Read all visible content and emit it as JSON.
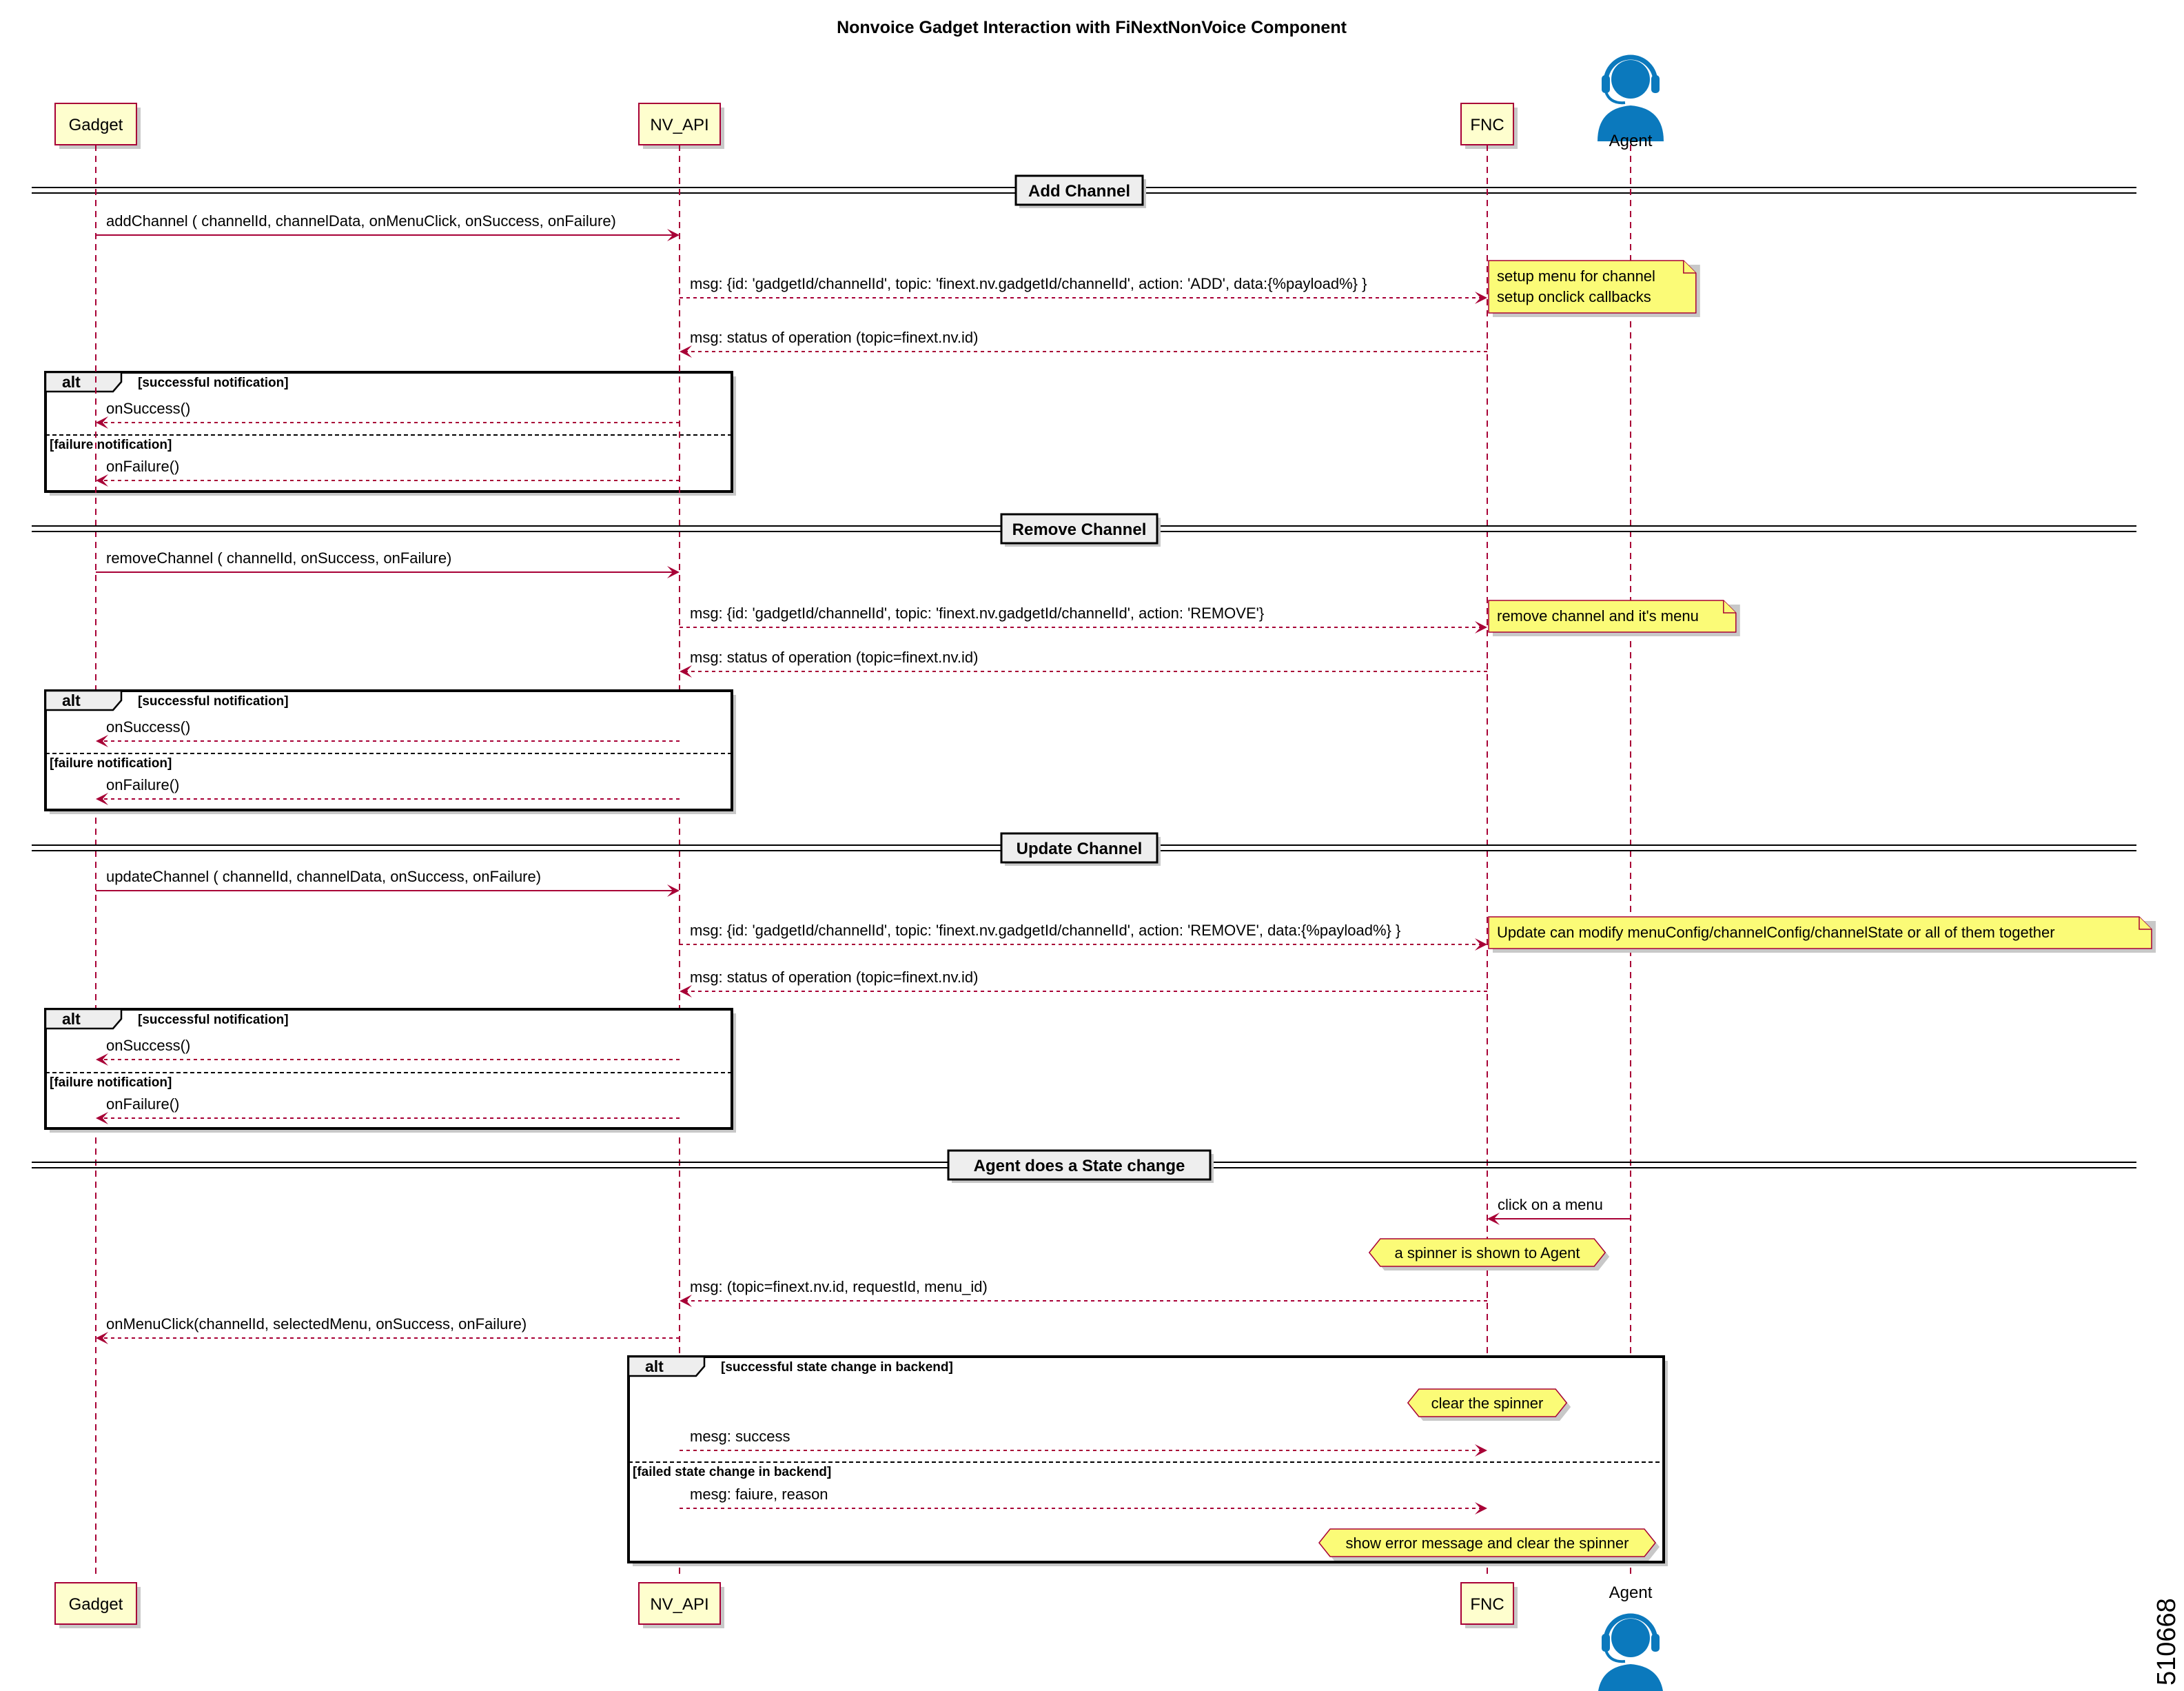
{
  "title": "Nonvoice Gadget Interaction with FiNextNonVoice Component",
  "figure_number": "510668",
  "participants": [
    {
      "id": "gadget",
      "label": "Gadget",
      "kind": "box"
    },
    {
      "id": "nvapi",
      "label": "NV_API",
      "kind": "box"
    },
    {
      "id": "fnc",
      "label": "FNC",
      "kind": "box"
    },
    {
      "id": "agent",
      "label": "Agent",
      "kind": "actor",
      "icon": "agent-headset-icon"
    }
  ],
  "sections": [
    {
      "divider": "Add Channel",
      "messages": [
        {
          "from": "gadget",
          "to": "nvapi",
          "style": "solid",
          "label": "addChannel ( channelId,  channelData, onMenuClick, onSuccess,  onFailure)"
        },
        {
          "from": "nvapi",
          "to": "fnc",
          "style": "dashed",
          "label": "msg: {id: 'gadgetId/channelId',  topic: 'finext.nv.gadgetId/channelId',  action: 'ADD',  data:{%payload%} }"
        },
        {
          "from": "fnc",
          "to": "nvapi",
          "style": "dashed",
          "label": "msg: status of operation (topic=finext.nv.id)"
        }
      ],
      "note": {
        "lines": [
          "setup menu for channel",
          "setup onclick callbacks"
        ]
      },
      "alt": {
        "keyword": "alt",
        "branches": [
          {
            "guard": "[successful notification]",
            "message": {
              "from": "nvapi",
              "to": "gadget",
              "style": "dashed",
              "label": "onSuccess()"
            }
          },
          {
            "guard": "[failure notification]",
            "message": {
              "from": "nvapi",
              "to": "gadget",
              "style": "dashed",
              "label": "onFailure()"
            }
          }
        ]
      }
    },
    {
      "divider": "Remove Channel",
      "messages": [
        {
          "from": "gadget",
          "to": "nvapi",
          "style": "solid",
          "label": "removeChannel ( channelId, onSuccess,  onFailure)"
        },
        {
          "from": "nvapi",
          "to": "fnc",
          "style": "dashed",
          "label": "msg: {id: 'gadgetId/channelId',  topic: 'finext.nv.gadgetId/channelId',  action: 'REMOVE'}"
        },
        {
          "from": "fnc",
          "to": "nvapi",
          "style": "dashed",
          "label": "msg: status of operation (topic=finext.nv.id)"
        }
      ],
      "note": {
        "lines": [
          "remove channel and it's menu"
        ]
      },
      "alt": {
        "keyword": "alt",
        "branches": [
          {
            "guard": "[successful notification]",
            "message": {
              "from": "nvapi",
              "to": "gadget",
              "style": "dashed",
              "label": "onSuccess()"
            }
          },
          {
            "guard": "[failure notification]",
            "message": {
              "from": "nvapi",
              "to": "gadget",
              "style": "dashed",
              "label": "onFailure()"
            }
          }
        ]
      }
    },
    {
      "divider": "Update Channel",
      "messages": [
        {
          "from": "gadget",
          "to": "nvapi",
          "style": "solid",
          "label": "updateChannel ( channelId,  channelData, onSuccess,  onFailure)"
        },
        {
          "from": "nvapi",
          "to": "fnc",
          "style": "dashed",
          "label": "msg: {id: 'gadgetId/channelId',  topic: 'finext.nv.gadgetId/channelId',  action: 'REMOVE',  data:{%payload%} }"
        },
        {
          "from": "fnc",
          "to": "nvapi",
          "style": "dashed",
          "label": "msg: status of operation (topic=finext.nv.id)"
        }
      ],
      "note": {
        "lines": [
          "Update  can modify menuConfig/channelConfig/channelState or all of them together"
        ]
      },
      "alt": {
        "keyword": "alt",
        "branches": [
          {
            "guard": "[successful notification]",
            "message": {
              "from": "nvapi",
              "to": "gadget",
              "style": "dashed",
              "label": "onSuccess()"
            }
          },
          {
            "guard": "[failure notification]",
            "message": {
              "from": "nvapi",
              "to": "gadget",
              "style": "dashed",
              "label": "onFailure()"
            }
          }
        ]
      }
    },
    {
      "divider": "Agent does a State change",
      "messages": [
        {
          "from": "agent",
          "to": "fnc",
          "style": "solid",
          "label": "click on a menu"
        },
        {
          "from": "fnc",
          "to": "nvapi",
          "style": "dashed",
          "label": "msg: (topic=finext.nv.id, requestId, menu_id)"
        },
        {
          "from": "nvapi",
          "to": "gadget",
          "style": "dashed",
          "label": "onMenuClick(channelId, selectedMenu, onSuccess, onFailure)"
        }
      ],
      "hexnote": "a spinner is shown to Agent",
      "alt": {
        "keyword": "alt",
        "branches": [
          {
            "guard": "[successful state change in backend]",
            "hexnote": "clear the spinner",
            "message": {
              "from": "nvapi",
              "to": "fnc",
              "style": "dashed",
              "label": "mesg: success"
            }
          },
          {
            "guard": "[failed state change in backend]",
            "message": {
              "from": "nvapi",
              "to": "fnc",
              "style": "dashed",
              "label": "mesg: faiure, reason"
            },
            "hexnote_after": "show error message and clear the spinner"
          }
        ]
      }
    }
  ]
}
